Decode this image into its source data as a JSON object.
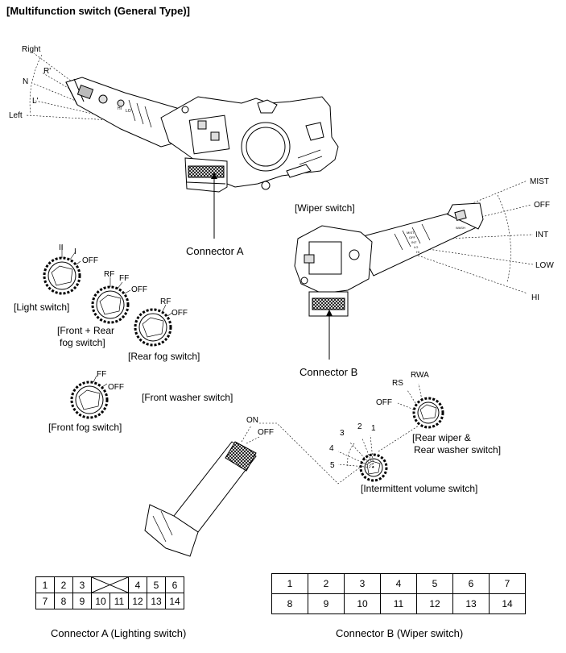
{
  "title": "[Multifunction switch (General Type)]",
  "lighting_lever": {
    "positions": [
      "Right",
      "R'",
      "N",
      "L'",
      "Left"
    ],
    "connector_label": "Connector A",
    "stalk_markings": [
      "HI",
      "LO"
    ]
  },
  "wiper_lever": {
    "caption": "[Wiper switch]",
    "positions": [
      "MIST",
      "OFF",
      "INT",
      "LOW",
      "HI"
    ],
    "connector_label": "Connector B",
    "stalk_markings": [
      "MIST",
      "OFF",
      "INT",
      "LO",
      "HI",
      "WASH"
    ]
  },
  "switches": {
    "light": {
      "caption": "[Light switch]",
      "positions": [
        "II",
        "I",
        "OFF"
      ]
    },
    "front_rear_fog": {
      "caption_line1": "[Front + Rear",
      "caption_line2": "fog switch]",
      "positions": [
        "RF",
        "FF",
        "OFF"
      ]
    },
    "rear_fog": {
      "caption": "[Rear fog switch]",
      "positions": [
        "RF",
        "OFF"
      ]
    },
    "front_fog": {
      "caption": "[Front fog switch]",
      "positions": [
        "FF",
        "OFF"
      ]
    },
    "front_washer": {
      "caption": "[Front washer switch]",
      "positions": [
        "ON",
        "OFF"
      ]
    },
    "rear_wiper": {
      "caption_line1": "[Rear wiper &",
      "caption_line2": "Rear washer switch]",
      "positions": [
        "RWA",
        "RS",
        "OFF"
      ]
    },
    "intermittent_volume": {
      "caption": "[Intermittent volume switch]",
      "positions": [
        "1",
        "2",
        "3",
        "4",
        "5"
      ]
    }
  },
  "connector_a": {
    "label": "Connector A (Lighting switch)",
    "row1": [
      "1",
      "2",
      "3",
      "",
      "4",
      "5",
      "6"
    ],
    "row2": [
      "7",
      "8",
      "9",
      "10",
      "11",
      "12",
      "13",
      "14"
    ]
  },
  "connector_b": {
    "label": "Connector B (Wiper switch)",
    "row1": [
      "1",
      "2",
      "3",
      "4",
      "5",
      "6",
      "7"
    ],
    "row2": [
      "8",
      "9",
      "10",
      "11",
      "12",
      "13",
      "14"
    ]
  }
}
